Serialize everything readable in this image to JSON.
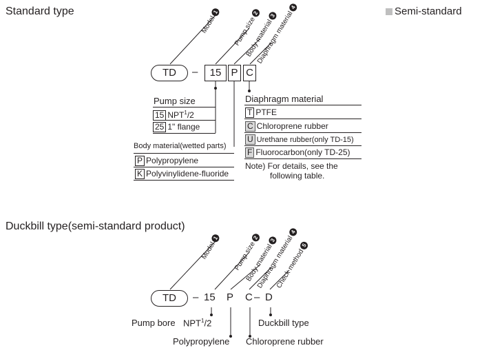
{
  "standard": {
    "title": "Standard type",
    "semi_label": "Semi-standard",
    "callouts": {
      "model": "Model",
      "pump_size": "Pump size",
      "body_material": "Body material",
      "diaphragm_material": "Diaphragm material"
    },
    "callout_nums": [
      "1",
      "2",
      "3",
      "4"
    ],
    "code": {
      "model": "TD",
      "dash": "–",
      "size": "15",
      "body": "P",
      "diaphragm": "C"
    },
    "pump_size": {
      "heading": "Pump size",
      "items": [
        {
          "code": "15",
          "text": "NPT",
          "sup": "1",
          "tail": "/2"
        },
        {
          "code": "25",
          "text": "1\" flange"
        }
      ]
    },
    "body_material": {
      "heading": "Body material(wetted parts)",
      "items": [
        {
          "code": "P",
          "text": "Polypropylene"
        },
        {
          "code": "K",
          "text": "Polyvinylidene-fluoride"
        }
      ]
    },
    "diaphragm_material": {
      "heading": "Diaphragm material",
      "items": [
        {
          "code": "T",
          "text": "PTFE",
          "semi": false
        },
        {
          "code": "C",
          "text": "Chloroprene rubber",
          "semi": true
        },
        {
          "code": "U",
          "text": "Urethane rubber(only TD-15)",
          "semi": true
        },
        {
          "code": "F",
          "text": "Fluorocarbon(only TD-25)",
          "semi": true
        }
      ]
    },
    "note_line1": "Note) For details, see the",
    "note_line2": "following table."
  },
  "duckbill": {
    "title": "Duckbill type(semi-standard product)",
    "callouts": {
      "model": "Model",
      "pump_size": "Pump size",
      "body_material": "Body material",
      "diaphragm_material": "Diaphragm material",
      "check_method": "Check method"
    },
    "callout_nums": [
      "1",
      "2",
      "3",
      "4",
      "5"
    ],
    "code": {
      "model": "TD",
      "dash": "–",
      "size": "15",
      "body": "P",
      "diaphragm": "C",
      "dash2": "–",
      "check": "D"
    },
    "labels": {
      "pump_bore": "Pump bore",
      "npt": "NPT",
      "npt_sup": "1",
      "npt_tail": "/2",
      "polypropylene": "Polypropylene",
      "chloroprene": "Chloroprene rubber",
      "duckbill": "Duckbill type"
    }
  }
}
